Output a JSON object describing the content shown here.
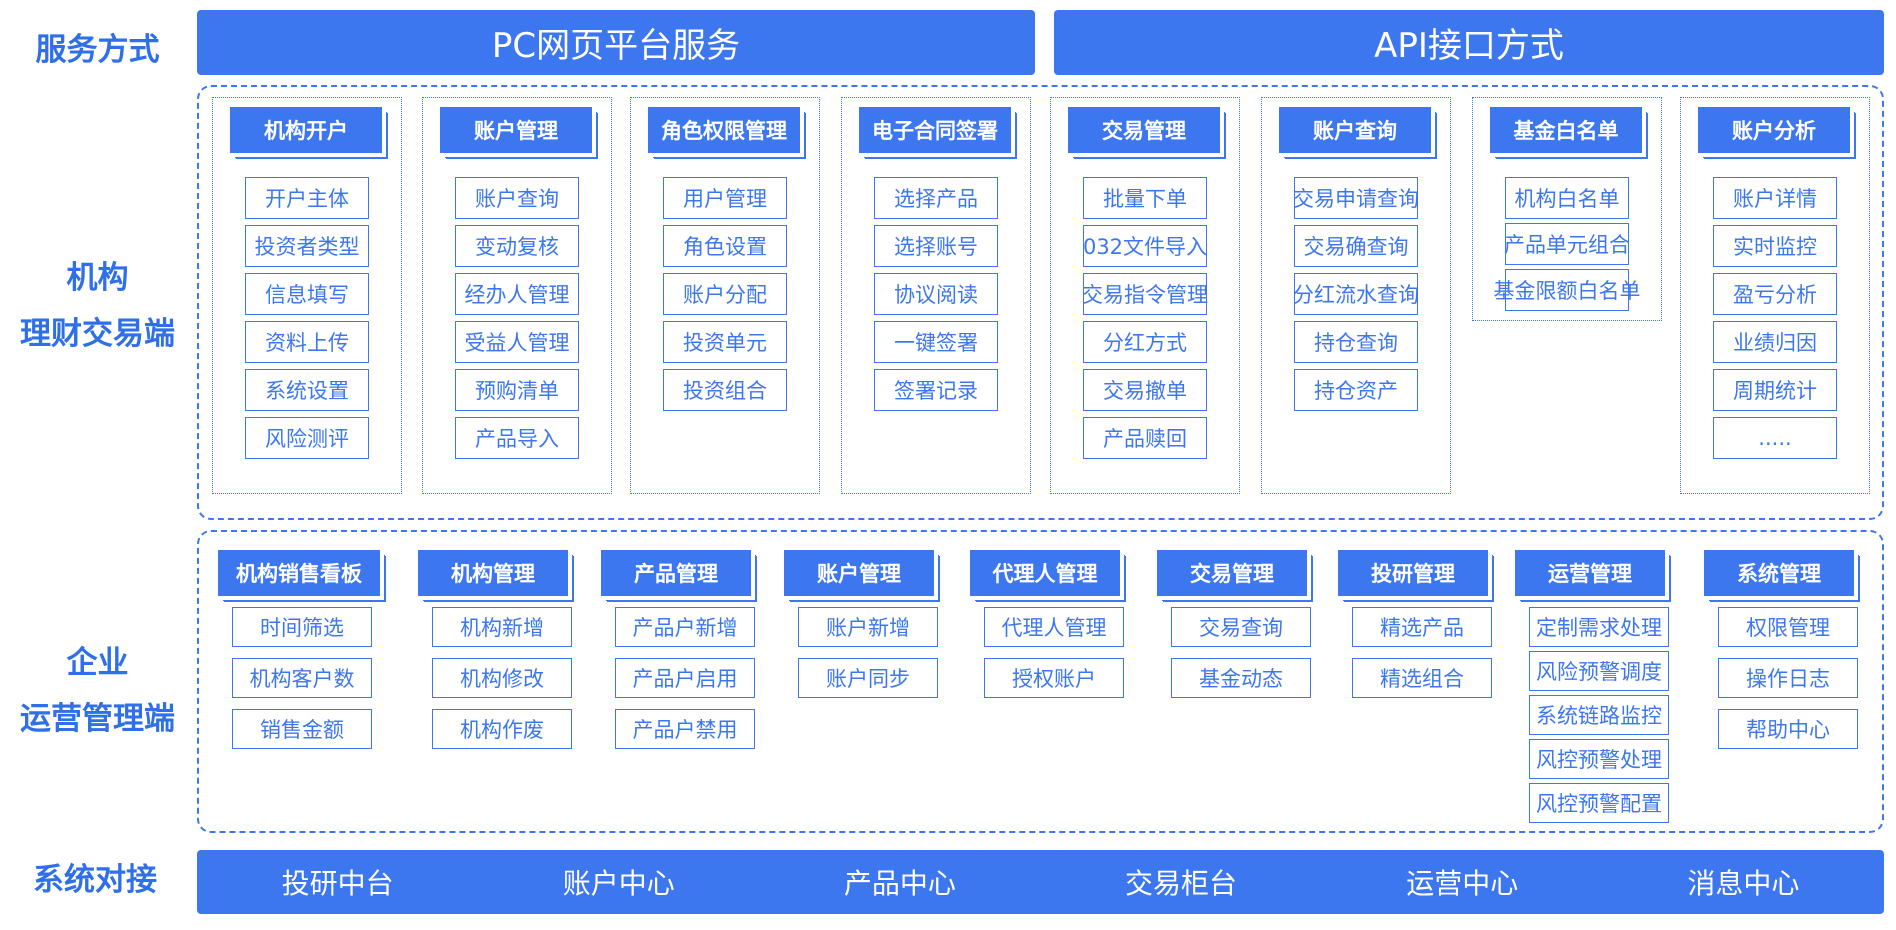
{
  "labels": {
    "service": "服务方式",
    "inst_line1": "机构",
    "inst_line2": "理财交易端",
    "ent_line1": "企业",
    "ent_line2": "运营管理端",
    "system": "系统对接"
  },
  "banners": {
    "pc": "PC网页平台服务",
    "api": "API接口方式"
  },
  "institution_columns": [
    {
      "title": "机构开户",
      "items": [
        "开户主体",
        "投资者类型",
        "信息填写",
        "资料上传",
        "系统设置",
        "风险测评"
      ]
    },
    {
      "title": "账户管理",
      "items": [
        "账户查询",
        "变动复核",
        "经办人管理",
        "受益人管理",
        "预购清单",
        "产品导入"
      ]
    },
    {
      "title": "角色权限管理",
      "items": [
        "用户管理",
        "角色设置",
        "账户分配",
        "投资单元",
        "投资组合"
      ]
    },
    {
      "title": "电子合同签署",
      "items": [
        "选择产品",
        "选择账号",
        "协议阅读",
        "一键签署",
        "签署记录"
      ]
    },
    {
      "title": "交易管理",
      "items": [
        "批量下单",
        "032文件导入",
        "交易指令管理",
        "分红方式",
        "交易撤单",
        "产品赎回"
      ]
    },
    {
      "title": "账户查询",
      "items": [
        "交易申请查询",
        "交易确查询",
        "分红流水查询",
        "持仓查询",
        "持仓资产"
      ]
    },
    {
      "title": "基金白名单",
      "items": [
        "机构白名单",
        "产品单元组合",
        "基金限额白名单"
      ]
    },
    {
      "title": "账户分析",
      "items": [
        "账户详情",
        "实时监控",
        "盈亏分析",
        "业绩归因",
        "周期统计",
        "....."
      ]
    }
  ],
  "enterprise_columns": [
    {
      "title": "机构销售看板",
      "items": [
        "时间筛选",
        "机构客户数",
        "销售金额"
      ]
    },
    {
      "title": "机构管理",
      "items": [
        "机构新增",
        "机构修改",
        "机构作废"
      ]
    },
    {
      "title": "产品管理",
      "items": [
        "产品户新增",
        "产品户启用",
        "产品户禁用"
      ]
    },
    {
      "title": "账户管理",
      "items": [
        "账户新增",
        "账户同步"
      ]
    },
    {
      "title": "代理人管理",
      "items": [
        "代理人管理",
        "授权账户"
      ]
    },
    {
      "title": "交易管理",
      "items": [
        "交易查询",
        "基金动态"
      ]
    },
    {
      "title": "投研管理",
      "items": [
        "精选产品",
        "精选组合"
      ]
    },
    {
      "title": "运营管理",
      "items": [
        "定制需求处理",
        "风险预警调度",
        "系统链路监控",
        "风控预警处理",
        "风控预警配置"
      ]
    },
    {
      "title": "系统管理",
      "items": [
        "权限管理",
        "操作日志",
        "帮助中心"
      ]
    }
  ],
  "systems": [
    "投研中台",
    "账户中心",
    "产品中心",
    "交易柜台",
    "运营中心",
    "消息中心"
  ]
}
